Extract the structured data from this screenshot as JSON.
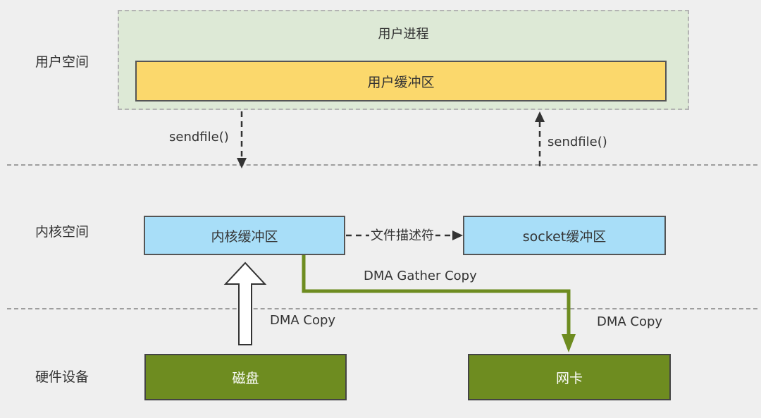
{
  "layers": {
    "user_space": "用户空间",
    "kernel_space": "内核空间",
    "hardware": "硬件设备"
  },
  "user_process": {
    "title": "用户进程",
    "buffer": "用户缓冲区"
  },
  "kernel": {
    "kernel_buffer": "内核缓冲区",
    "socket_buffer": "socket缓冲区",
    "file_descriptor": "文件描述符"
  },
  "hardware": {
    "disk": "磁盘",
    "nic": "网卡"
  },
  "flows": {
    "sendfile_down": "sendfile()",
    "sendfile_up": "sendfile()",
    "dma_copy_disk": "DMA Copy",
    "dma_gather_copy": "DMA Gather Copy",
    "dma_copy_nic": "DMA Copy"
  },
  "colors": {
    "background": "#efefef",
    "user_process_bg": "#dde9d6",
    "user_buffer": "#fbd86c",
    "kernel_buffer": "#a8def8",
    "hardware": "#6e8c20",
    "gather_line": "#6e8c20",
    "divider": "#9e9e9e"
  }
}
